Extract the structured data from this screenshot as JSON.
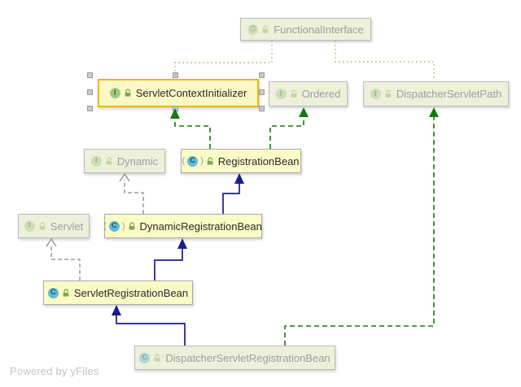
{
  "diagram": {
    "kind": "uml-class-diagram",
    "background": "#ffffff"
  },
  "colors": {
    "node_background": "#fbfbc8",
    "external_node_background": "#eef0da",
    "selection_border": "#f1b60a",
    "extends_arrow": "#1b1b8e",
    "implements_arrow": "#0e7d0e",
    "external_implements_arrow": "#8c8c8c",
    "annotation_link": "#b3b357"
  },
  "nodes": [
    {
      "id": "functional-interface",
      "label": "FunctionalInterface",
      "kind": "annotation",
      "icon": "annotation-icon",
      "icon_letter": "@",
      "grayed": true,
      "selected": false
    },
    {
      "id": "servlet-context-initializer",
      "label": "ServletContextInitializer",
      "kind": "interface",
      "icon": "interface-icon",
      "icon_letter": "I",
      "grayed": false,
      "selected": true
    },
    {
      "id": "ordered",
      "label": "Ordered",
      "kind": "interface",
      "icon": "interface-icon",
      "icon_letter": "I",
      "grayed": true,
      "selected": false
    },
    {
      "id": "dispatcher-servlet-path",
      "label": "DispatcherServletPath",
      "kind": "interface",
      "icon": "interface-icon",
      "icon_letter": "I",
      "grayed": true,
      "selected": false
    },
    {
      "id": "dynamic",
      "label": "Dynamic",
      "kind": "interface",
      "icon": "interface-icon",
      "icon_letter": "I",
      "grayed": true,
      "selected": false
    },
    {
      "id": "registration-bean",
      "label": "RegistrationBean",
      "kind": "abstract-class",
      "icon": "abstract-class-icon",
      "icon_letter": "C",
      "grayed": false,
      "selected": false
    },
    {
      "id": "servlet",
      "label": "Servlet",
      "kind": "interface",
      "icon": "interface-icon",
      "icon_letter": "I",
      "grayed": true,
      "selected": false
    },
    {
      "id": "dynamic-registration-bean",
      "label": "DynamicRegistrationBean",
      "kind": "abstract-class",
      "icon": "abstract-class-icon",
      "icon_letter": "C",
      "grayed": false,
      "selected": false
    },
    {
      "id": "servlet-registration-bean",
      "label": "ServletRegistrationBean",
      "kind": "class",
      "icon": "class-icon",
      "icon_letter": "C",
      "grayed": false,
      "selected": false
    },
    {
      "id": "dispatcher-servlet-registration-bean",
      "label": "DispatcherServletRegistrationBean",
      "kind": "class",
      "icon": "class-icon",
      "icon_letter": "C",
      "grayed": true,
      "selected": false
    }
  ],
  "edges": [
    {
      "from": "FunctionalInterface",
      "to": "ServletContextInitializer",
      "type": "annotation-link"
    },
    {
      "from": "FunctionalInterface",
      "to": "DispatcherServletPath",
      "type": "annotation-link"
    },
    {
      "from": "RegistrationBean",
      "to": "ServletContextInitializer",
      "type": "implements"
    },
    {
      "from": "RegistrationBean",
      "to": "Ordered",
      "type": "implements"
    },
    {
      "from": "DispatcherServletRegistrationBean",
      "to": "DispatcherServletPath",
      "type": "implements"
    },
    {
      "from": "DynamicRegistrationBean",
      "to": "RegistrationBean",
      "type": "extends"
    },
    {
      "from": "ServletRegistrationBean",
      "to": "DynamicRegistrationBean",
      "type": "extends"
    },
    {
      "from": "DispatcherServletRegistrationBean",
      "to": "ServletRegistrationBean",
      "type": "extends"
    },
    {
      "from": "DynamicRegistrationBean",
      "to": "Dynamic",
      "type": "implements-external"
    },
    {
      "from": "ServletRegistrationBean",
      "to": "Servlet",
      "type": "implements-external"
    }
  ],
  "footer": {
    "text": "Powered by yFiles"
  }
}
